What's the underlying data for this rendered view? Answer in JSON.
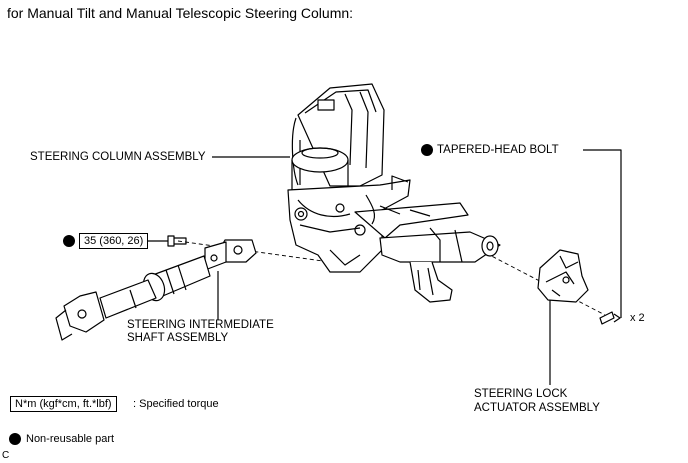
{
  "title": "for Manual Tilt and Manual Telescopic Steering Column:",
  "callouts": {
    "column_assembly": "STEERING COLUMN ASSEMBLY",
    "tapered_bolt": "TAPERED-HEAD BOLT",
    "torque_value": "35 (360, 26)",
    "intermediate_shaft_line1": "STEERING INTERMEDIATE",
    "intermediate_shaft_line2": "SHAFT ASSEMBLY",
    "lock_actuator_line1": "STEERING LOCK",
    "lock_actuator_line2": "ACTUATOR ASSEMBLY",
    "qty": "x 2"
  },
  "legend": {
    "torque_unit": "N*m (kgf*cm, ft.*lbf)",
    "torque_desc": ": Specified torque",
    "nonreusable": "Non-reusable part"
  },
  "footer_mark": "C"
}
